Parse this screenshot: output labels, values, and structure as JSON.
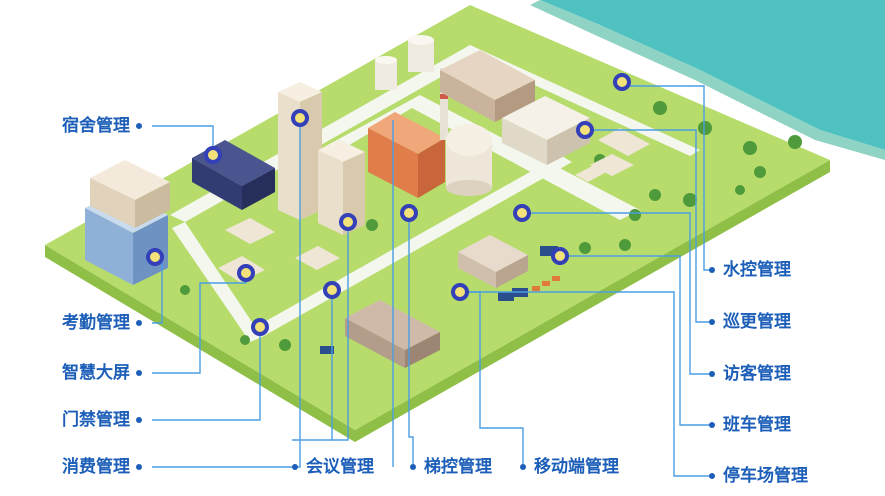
{
  "colors": {
    "label_text": "#1d5fb8",
    "connector_line": "#4a9ee3",
    "marker_ring": "#3340b8",
    "marker_fill": "#f3e27a",
    "lawn": "#b7dc6c",
    "river": "#4fc1c0"
  },
  "labels": {
    "dormitory": "宿舍管理",
    "attendance": "考勤管理",
    "smart_screen": "智慧大屏",
    "access_control": "门禁管理",
    "consumption": "消费管理",
    "meeting": "会议管理",
    "elevator": "梯控管理",
    "mobile": "移动端管理",
    "water": "水控管理",
    "patrol": "巡更管理",
    "visitor": "访客管理",
    "shuttle_bus": "班车管理",
    "parking": "停车场管理"
  }
}
